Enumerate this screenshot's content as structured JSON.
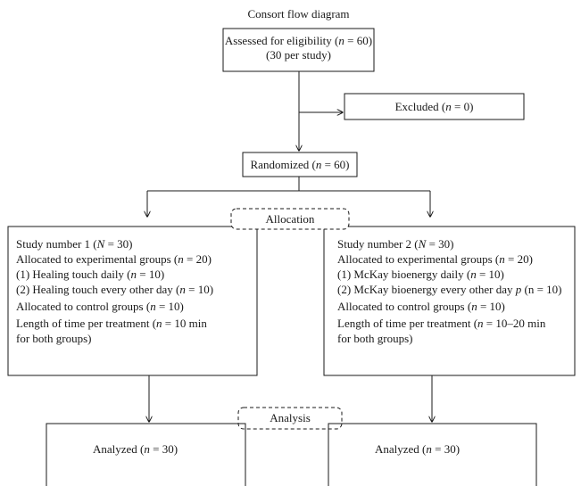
{
  "title": "Consort flow diagram",
  "eligibility": {
    "line1_text": "Assessed for eligibility (",
    "line1_var": "n",
    "line1_rest": " = 60)",
    "line2": "(30 per study)"
  },
  "excluded": {
    "text": "Excluded (",
    "var": "n",
    "rest": " = 0)"
  },
  "randomized": {
    "text": "Randomized (",
    "var": "n",
    "rest": " = 60)"
  },
  "allocation_label": "Allocation",
  "analysis_label": "Analysis",
  "study1": {
    "lines": [
      [
        "Study number 1 (",
        "N",
        " = 30)"
      ],
      [
        "Allocated to experimental groups (",
        "n",
        " = 20)"
      ],
      [
        "(1) Healing touch daily (",
        "n",
        " = 10)"
      ],
      [
        "(2) Healing touch every other day (",
        "n",
        " = 10)"
      ],
      [
        "Allocated to control groups (",
        "n",
        " = 10)"
      ],
      [
        "Length of time per treatment (",
        "n",
        " = 10 min"
      ],
      [
        "for both groups)",
        "",
        ""
      ]
    ]
  },
  "study2": {
    "lines": [
      [
        "Study number 2 (",
        "N",
        " = 30)"
      ],
      [
        "Allocated to experimental groups (",
        "n",
        " = 20)"
      ],
      [
        "(1) McKay bioenergy daily (",
        "n",
        " = 10)"
      ],
      [
        "(2) McKay bioenergy every other day ",
        "p",
        " (n = 10)"
      ],
      [
        "Allocated to control groups (",
        "n",
        " = 10)"
      ],
      [
        "Length of time per treatment (",
        "n",
        " = 10–20 min"
      ],
      [
        "for both groups)",
        "",
        ""
      ]
    ]
  },
  "analyzed_left": {
    "text": "Analyzed (",
    "var": "n",
    "rest": " = 30)"
  },
  "analyzed_right": {
    "text": "Analyzed (",
    "var": "n",
    "rest": " = 30)"
  }
}
